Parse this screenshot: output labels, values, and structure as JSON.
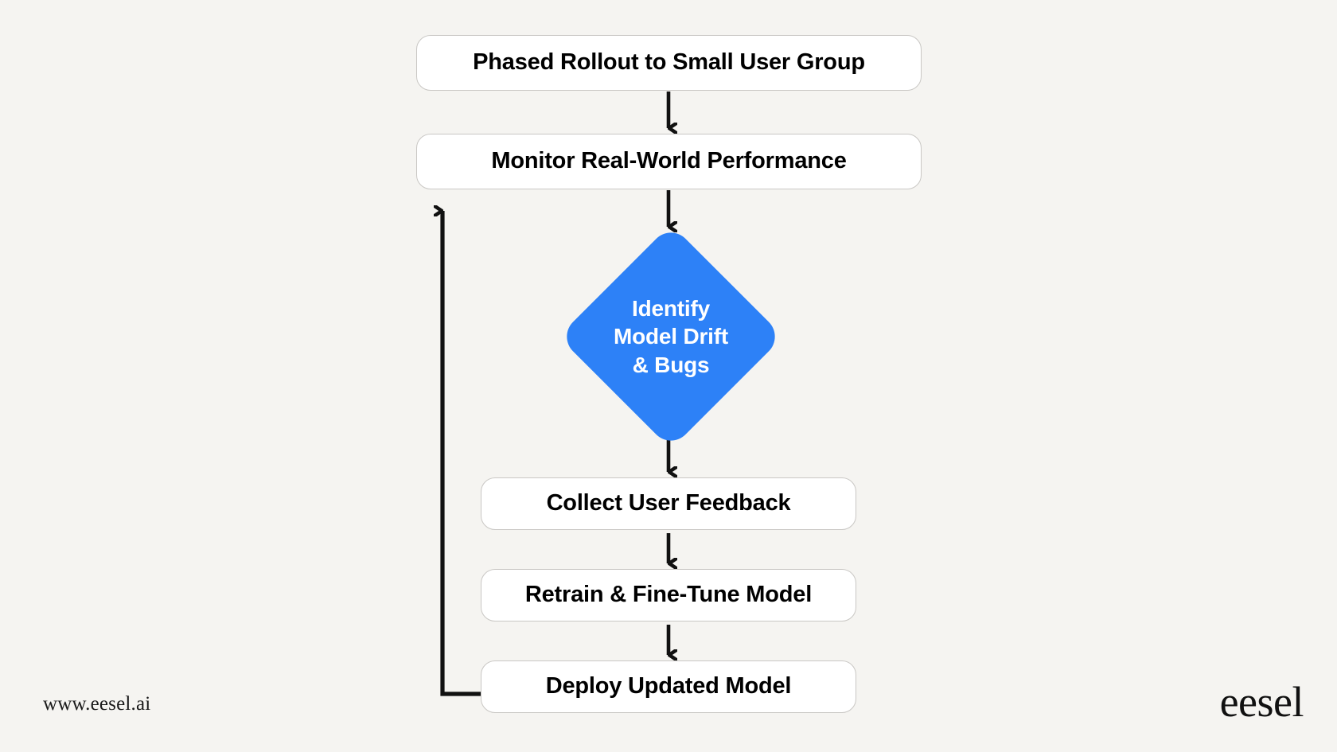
{
  "background_color": "#f5f4f1",
  "accent_color": "#2d81f7",
  "node_fill_color": "#ffffff",
  "node_border_color": "#c9c7c4",
  "connector_color": "#111111",
  "diagram": {
    "type": "flowchart",
    "orientation": "top-to-bottom",
    "nodes": [
      {
        "id": "phased",
        "shape": "rounded-rect",
        "label": "Phased Rollout to Small User Group"
      },
      {
        "id": "monitor",
        "shape": "rounded-rect",
        "label": "Monitor Real-World Performance"
      },
      {
        "id": "decision",
        "shape": "diamond",
        "label": "Identify\nModel Drift\n& Bugs"
      },
      {
        "id": "feedback",
        "shape": "rounded-rect",
        "label": "Collect User Feedback"
      },
      {
        "id": "retrain",
        "shape": "rounded-rect",
        "label": "Retrain & Fine-Tune Model"
      },
      {
        "id": "deploy",
        "shape": "rounded-rect",
        "label": "Deploy Updated Model"
      }
    ],
    "edges": [
      {
        "from": "phased",
        "to": "monitor",
        "style": "straight-down-arrow"
      },
      {
        "from": "monitor",
        "to": "decision",
        "style": "straight-down-arrow"
      },
      {
        "from": "decision",
        "to": "feedback",
        "style": "straight-down-arrow"
      },
      {
        "from": "feedback",
        "to": "retrain",
        "style": "straight-down-arrow"
      },
      {
        "from": "retrain",
        "to": "deploy",
        "style": "straight-down-arrow"
      },
      {
        "from": "deploy",
        "to": "monitor",
        "style": "left-loop-up-arrow"
      }
    ]
  },
  "footer": {
    "url": "www.eesel.ai",
    "brand": "eesel"
  }
}
